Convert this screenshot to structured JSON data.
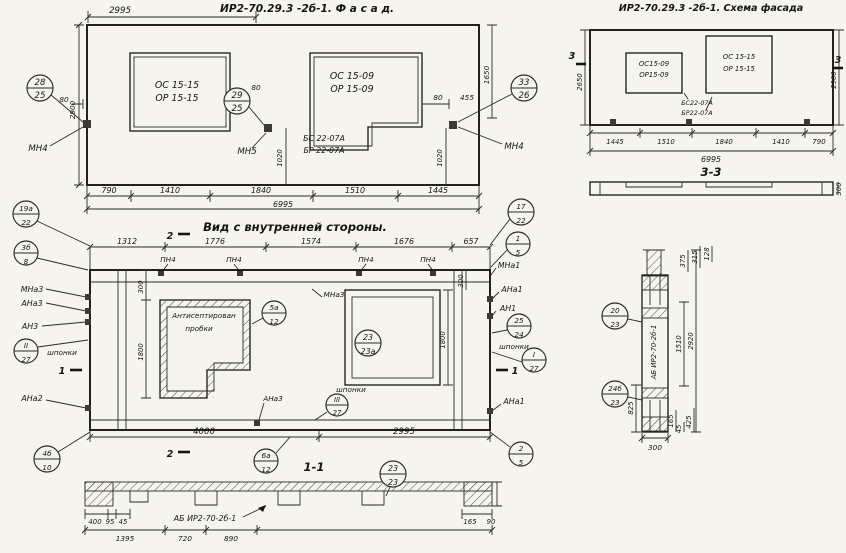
{
  "facade": {
    "title": "ИР2-70.29.3 -2б-1. Ф а с а д.",
    "dim_2995": "2995",
    "win_left_1": "ОС 15-15",
    "win_left_2": "ОР 15-15",
    "win_right_1": "ОС 15-09",
    "win_right_2": "ОР 15-09",
    "block_1": "БС 22-07А",
    "block_2": "БР 22-07А",
    "co_left_t": "28",
    "co_left_b": "25",
    "co_mid_t": "29",
    "co_mid_b": "25",
    "co_right_t": "33",
    "co_right_b": "26",
    "mn_left": "МН4",
    "mn_mid": "МН5",
    "mn_right": "МН4",
    "d80_left": "80",
    "d80_mid": "80",
    "d80_right": "80",
    "d455": "455",
    "h_2900": "2900",
    "h_1650": "1650",
    "h_1020_mid": "1020",
    "h_1020_right": "1020",
    "chain": [
      "790",
      "1410",
      "1840",
      "1510",
      "1445"
    ],
    "total": "6995"
  },
  "scheme": {
    "title": "ИР2-70.29.3 -2б-1. Схема фасада",
    "win_left_1": "ОС15-09",
    "win_left_2": "ОР15-09",
    "win_right_1": "ОС 15-15",
    "win_right_2": "ОР 15-15",
    "block_1": "БС22-07А",
    "block_2": "БР22-07А",
    "h_2650": "2650",
    "h_2900": "2900",
    "cut_mark": "3",
    "chain": [
      "1445",
      "1510",
      "1840",
      "1410",
      "790"
    ],
    "total": "6995",
    "section_title": "3-3",
    "d300": "300"
  },
  "inner": {
    "title": "Вид с внутренней стороны.",
    "cut2": "2",
    "cut1": "1",
    "chain_top": [
      "1312",
      "1776",
      "1574",
      "1676",
      "657"
    ],
    "pn4": "ПН4",
    "co_19a_t": "19а",
    "co_19a_b": "22",
    "co_3b_t": "3б",
    "co_3b_b": "8",
    "co_17_t": "17",
    "co_17_b": "22",
    "co_1_t": "1",
    "co_1_b": "5",
    "co_5a_t": "5а",
    "co_5a_b": "12",
    "co_23_t": "23",
    "co_23_b": "23а",
    "co_25_t": "25",
    "co_25_b": "24",
    "co_II_t": "II",
    "co_II_b": "27",
    "co_I_t": "I",
    "co_I_b": "27",
    "co_III_t": "III",
    "co_III_b": "27",
    "co_4b_t": "4б",
    "co_4b_b": "10",
    "co_6a_t": "6а",
    "co_6a_b": "12",
    "co_2_t": "2",
    "co_2_b": "5",
    "lbl_mna3_left": "МНа3",
    "lbl_ana3_left": "АНа3",
    "lbl_an3": "АН3",
    "lbl_ana2": "АНа2",
    "lbl_mna1": "МНа1",
    "lbl_ana1_r1": "АНа1",
    "lbl_an1": "АН1",
    "lbl_ana1_r2": "АНа1",
    "lbl_mna3_in": "МНа3",
    "lbl_ana3_in": "АНа3",
    "shponki": "шпонки",
    "plugs_1": "Антисептирован",
    "plugs_2": "пробки",
    "h_300_l": "300",
    "h_1800_l": "1800",
    "h_1800_r": "1800",
    "h_300_r": "300",
    "d_4000": "4000",
    "d_2995": "2995",
    "section_title": "1-1"
  },
  "sec11": {
    "co_t": "23",
    "co_b": "23",
    "label": "АБ ИР2-70-2б-1",
    "d400": "400",
    "d95": "95",
    "d45": "45",
    "d1395": "1395",
    "d720": "720",
    "d890": "890",
    "d165": "165",
    "d90": "90"
  },
  "sec22": {
    "label": "АБ ИР2-70-2б-1",
    "co20_t": "20",
    "co20_b": "23",
    "co24_t": "24б",
    "co24_b": "23",
    "d375": "375",
    "d315": "315",
    "d128": "128",
    "d1510": "1510",
    "d2920": "2920",
    "d825": "825",
    "d300": "300",
    "d165": "165",
    "d45": "45",
    "d425": "425"
  }
}
